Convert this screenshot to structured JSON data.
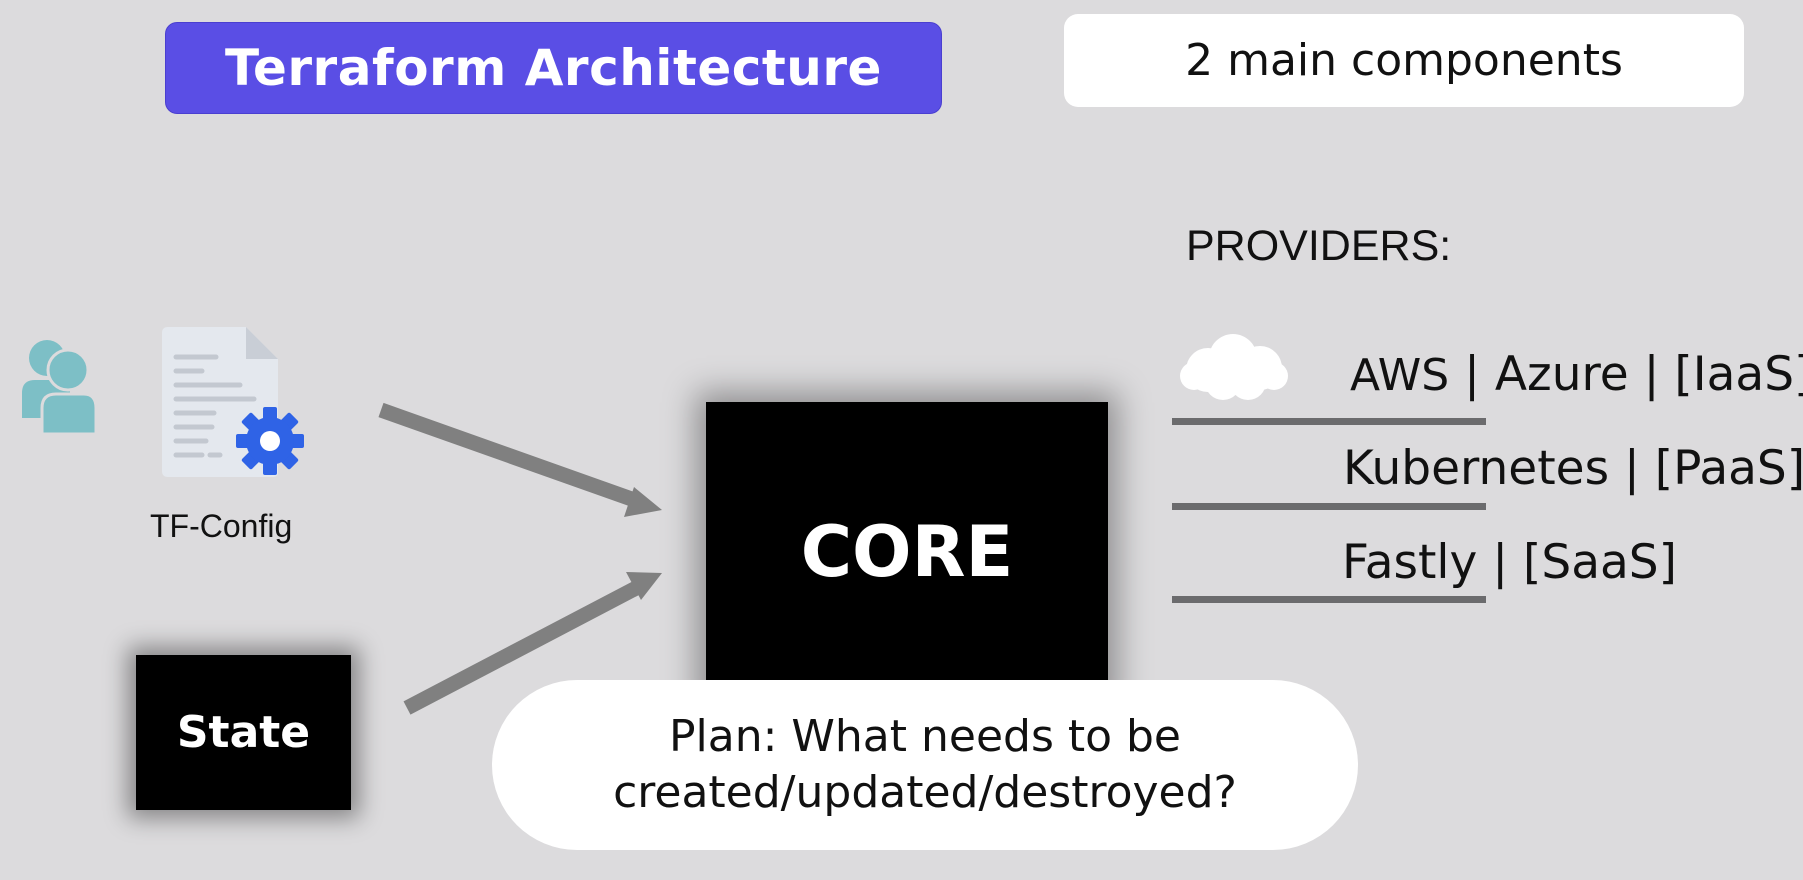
{
  "title": "Terraform Architecture",
  "subtitle_box": "2 main components",
  "user_icon": "user-group-icon",
  "config": {
    "label": "TF-Config",
    "icon": "config-file-gear-icon"
  },
  "state": {
    "label": "State"
  },
  "core": {
    "label": "CORE"
  },
  "providers": {
    "heading": "PROVIDERS:",
    "cloud_icon": "cloud-icon",
    "items": [
      {
        "name": "AWS",
        "separator": "|",
        "rest": " Azure | [IaaS]"
      },
      {
        "text": "Kubernetes | [PaaS]"
      },
      {
        "text": "Fastly | [SaaS]"
      }
    ]
  },
  "plan": {
    "line1": "Plan: What needs to be",
    "line2": "created/updated/destroyed?"
  },
  "colors": {
    "background": "#dcdbdd",
    "title_banner": "#5a4ee5",
    "arrow": "#808080",
    "gear": "#2f63e6",
    "user_icon": "#7dbfc6"
  }
}
